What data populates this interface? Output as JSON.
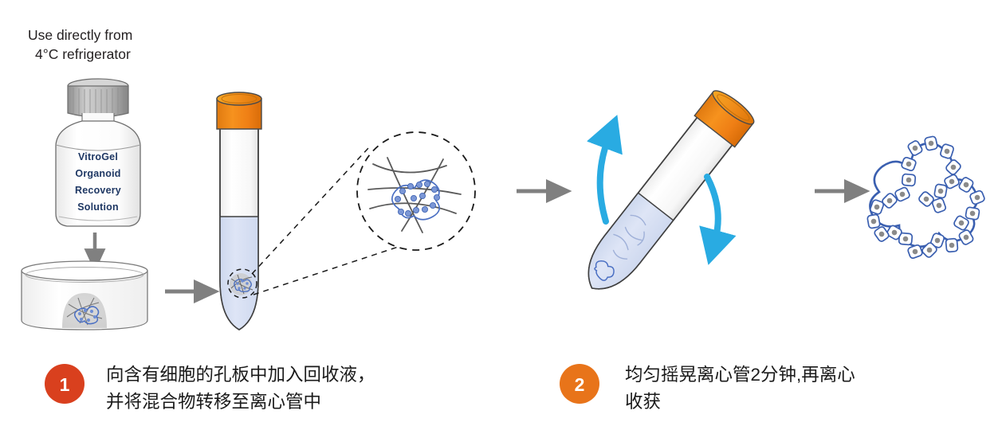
{
  "diagram": {
    "title_note": {
      "line1": "Use directly from",
      "line2": "4°C refrigerator"
    },
    "product_bottle": {
      "label_lines": [
        "VitroGel",
        "Organoid",
        "Recovery",
        "Solution"
      ],
      "label_color": "#1f3864",
      "cap_color": "#9e9e9e",
      "body_color": "#fbfbfb"
    },
    "well_plate": {
      "name": "culture well with hydrogel dome",
      "dome_color": "#d4d4d4",
      "organoid_color": "#4a6fc3"
    },
    "tube_upright": {
      "cap_color": "#e8820f",
      "liquid_color": "#dbe3f4",
      "body_color": "#fafafa"
    },
    "magnifier": {
      "name": "magnified view of organoid in hydrogel",
      "organoid_color": "#4a6fc3",
      "fiber_color": "#5a5a5a",
      "outline_style": "dashed"
    },
    "tube_tilted": {
      "cap_color": "#e8820f",
      "liquid_color": "#dbe3f4",
      "shake_arrow_color": "#29abe2"
    },
    "final_organoid": {
      "name": "recovered branched organoid",
      "cell_outline_color": "#3a5fb0",
      "nucleus_color": "#8a8a8a"
    },
    "arrows": {
      "color": "#808080",
      "count": 4
    }
  },
  "steps": [
    {
      "number": "1",
      "badge_color": "#d9401e",
      "lines": [
        "向含有细胞的孔板中加入回收液，",
        "并将混合物转移至离心管中"
      ]
    },
    {
      "number": "2",
      "badge_color": "#e8741a",
      "lines": [
        "均匀摇晃离心管2分钟,再离心",
        "收获"
      ]
    }
  ]
}
